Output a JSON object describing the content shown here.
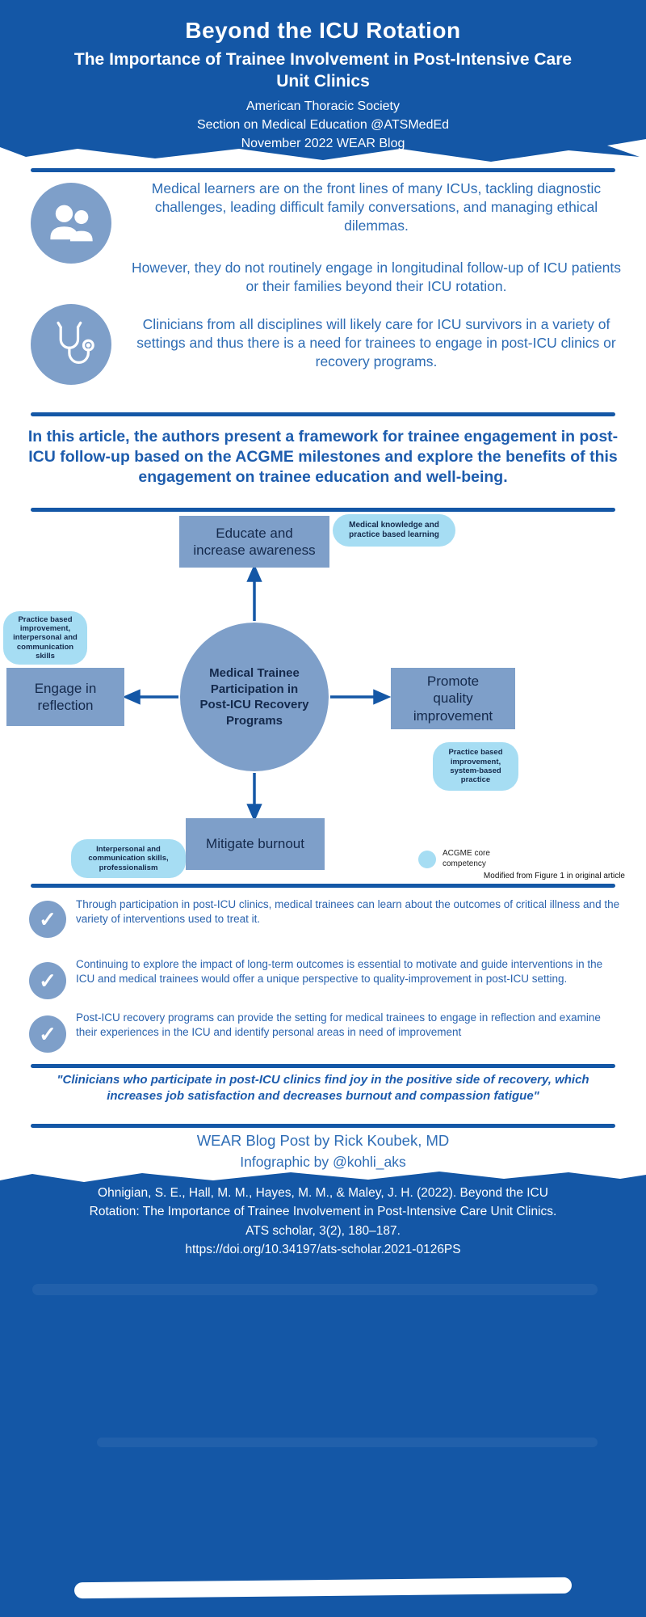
{
  "colors": {
    "dark_blue": "#1457a6",
    "steel_blue": "#7e9fc9",
    "light_blue": "#a6ddf3",
    "navy_text": "#14294b",
    "body_blue": "#2d6cb4"
  },
  "header": {
    "title": "Beyond the ICU Rotation",
    "subtitle": "The Importance of Trainee Involvement in Post-Intensive Care Unit Clinics",
    "org_line1": "American Thoracic Society",
    "org_line2": "Section on Medical Education @ATSMedEd",
    "org_line3": "November 2022 WEAR Blog"
  },
  "intro": {
    "para1": "Medical learners are on the front lines of many ICUs, tackling diagnostic challenges, leading difficult family conversations, and managing ethical dilemmas.",
    "para2": "However, they do not routinely engage in longitudinal follow-up of ICU patients or their families beyond their ICU rotation.",
    "para3": "Clinicians from all disciplines will likely care for ICU survivors in a variety of settings and thus there is a need for trainees to engage in post-ICU clinics or recovery programs."
  },
  "framework_statement": "In this article, the authors present a framework for trainee engagement in post-ICU follow-up based on the ACGME milestones and explore the benefits of this engagement on trainee education and well-being.",
  "diagram": {
    "center": "Medical Trainee Participation in Post-ICU Recovery Programs",
    "nodes": {
      "top": {
        "label": "Educate and increase awareness",
        "competency": "Medical knowledge and practice based learning"
      },
      "left": {
        "label": "Engage in reflection",
        "competency": "Practice based improvement, interpersonal and communication skills"
      },
      "right": {
        "label": "Promote quality improvement",
        "competency": "Practice based improvement, system-based practice"
      },
      "bottom": {
        "label": "Mitigate burnout",
        "competency": "Interpersonal and communication skills, professionalism"
      }
    },
    "legend": "ACGME core competency",
    "attribution": "Modified from Figure 1 in original article"
  },
  "benefits": [
    "Through participation in post-ICU clinics, medical trainees can learn about the outcomes of critical illness and the variety of interventions used to treat it.",
    "Continuing to explore the impact of long-term outcomes is essential to motivate and guide interventions in the ICU and medical trainees would offer a unique perspective to quality-improvement in post-ICU setting.",
    "Post-ICU recovery programs can provide the setting for medical trainees to engage in reflection and examine their experiences in the ICU and identify personal areas in need of improvement"
  ],
  "quote": "\"Clinicians who participate in post-ICU clinics find joy in the positive side of recovery, which increases job satisfaction and decreases burnout and compassion fatigue\"",
  "credits": {
    "line1": "WEAR Blog Post by Rick Koubek, MD",
    "line2": "Infographic by @kohli_aks"
  },
  "citation": {
    "line1": "Ohnigian, S. E., Hall, M. M., Hayes, M. M., & Maley, J. H. (2022). Beyond the ICU",
    "line2": "Rotation: The Importance of Trainee Involvement in Post-Intensive Care Unit Clinics.",
    "line3": "ATS scholar, 3(2), 180–187.",
    "line4": "https://doi.org/10.34197/ats-scholar.2021-0126PS"
  },
  "check_glyph": "✓"
}
